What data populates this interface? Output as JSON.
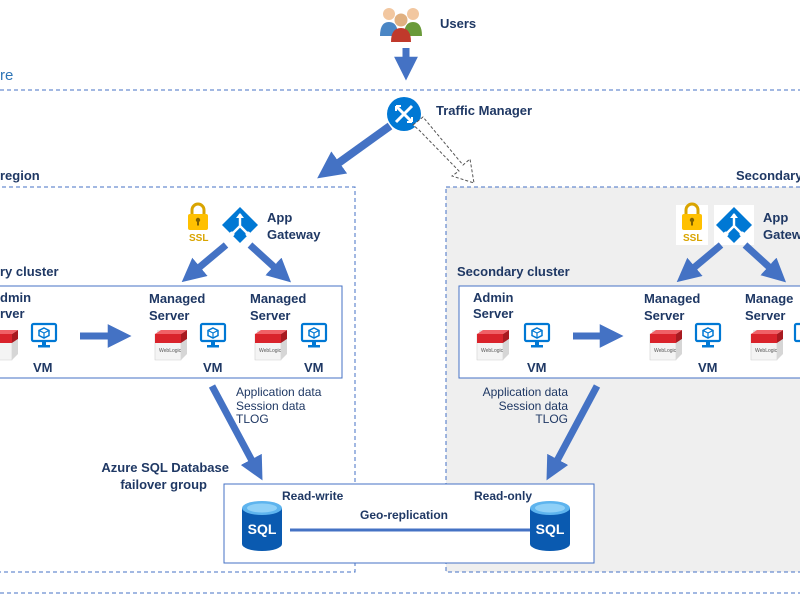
{
  "diagram": {
    "users_label": "Users",
    "azure_label": "re",
    "traffic_manager_label": "Traffic Manager",
    "primary_region_label": "region",
    "secondary_region_label": "Secondary",
    "primary": {
      "ssl_label": "SSL",
      "app_gateway_line1": "App",
      "app_gateway_line2": "Gateway",
      "cluster_label": "ry cluster",
      "admin_line1": "dmin",
      "admin_line2": "rver",
      "vm_label": "VM",
      "managed_line1": "Managed",
      "managed_line2": "Server",
      "weblogic_label": "WebLogic",
      "data_lines": [
        "Application data",
        "Session data",
        "TLOG"
      ]
    },
    "secondary": {
      "ssl_label": "SSL",
      "app_gateway_line1": "App",
      "app_gateway_line2": "Gatew",
      "cluster_label": "Secondary cluster",
      "admin_line1": "Admin",
      "admin_line2": "Server",
      "vm_label": "VM",
      "managed_line1": "Managed",
      "managed_line2": "Server",
      "managed2_line1": "Manage",
      "managed2_line2": "Server",
      "weblogic_label": "WebLogic",
      "data_lines": [
        "Application data",
        "Session data",
        "TLOG"
      ]
    },
    "sql_group_line1": "Azure SQL Database",
    "sql_group_line2": "failover group",
    "read_write_label": "Read-write",
    "read_only_label": "Read-only",
    "geo_replication_label": "Geo-replication",
    "sql_label": "SQL"
  }
}
